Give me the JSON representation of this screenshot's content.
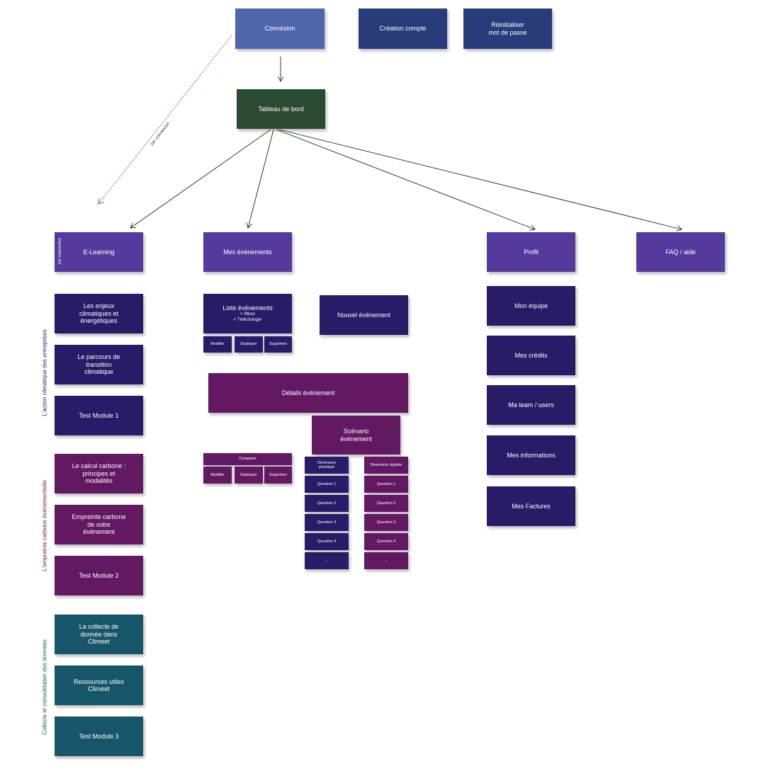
{
  "colors": {
    "connexion": "#5165ad",
    "account": "#283b7a",
    "dashboard": "#2a4a32",
    "section": "#553a9e",
    "dark_purple": "#2b1a68",
    "magenta": "#631862",
    "teal": "#17566a",
    "first_login_edge": "#9c2a5a"
  },
  "top": {
    "connexion": "Connexion",
    "creation_compte": "Création compte",
    "reinitialiser": "Réinitialiser\nmot de passe",
    "tableau_de_bord": "Tableau de bord",
    "first_login_edge_label": "1er connexion"
  },
  "sections": {
    "elearning": "E-Learning",
    "elearning_tag": "1er connexion",
    "evenements": "Mes événements",
    "profil": "Profil",
    "faq": "FAQ / aide"
  },
  "elearning": {
    "group1_label": "L'action climatique des entreprises",
    "group1": [
      "Les enjeux\nclimatiques et\nénergétiques",
      "Le parcours de\ntransition\nclimatique",
      "Test Module 1"
    ],
    "group2_label": "L'empreinte carbone événementielle",
    "group2": [
      "Le calcul carbone :\nprincipes et\nmodalités",
      "Empreinte carbone\nde votre\névénement",
      "Test Module 2"
    ],
    "group3_label": "Collecte et consolidation des données",
    "group3": [
      "La collecte de\ndonnée dans\nClimeet",
      "Ressources utiles\nClimeet",
      "Test Module 3"
    ]
  },
  "evenements": {
    "liste_title": "Liste événements",
    "liste_sub": "+ filtres\n+ Télécharger",
    "liste_actions": [
      "Modifier",
      "Dupliquer",
      "Supprimer"
    ],
    "nouvel": "Nouvel événement",
    "details": "Détails événement",
    "scenario": "Scénario\névénement",
    "comparer": "Comparer",
    "comparer_actions": [
      "Modifier",
      "Dupliquer",
      "Supprimer"
    ],
    "physique": [
      "Dimension\nphysique",
      "Question 1",
      "Question 2",
      "Question 3",
      "Question 4",
      "..."
    ],
    "digitale": [
      "Dimension digitale",
      "Question 1",
      "Question 2",
      "Question 3",
      "Question 4",
      "..."
    ]
  },
  "profil": {
    "items": [
      "Mon équipe",
      "Mes crédits",
      "Ma team / users",
      "Mes informations",
      "Mes Factures"
    ]
  }
}
